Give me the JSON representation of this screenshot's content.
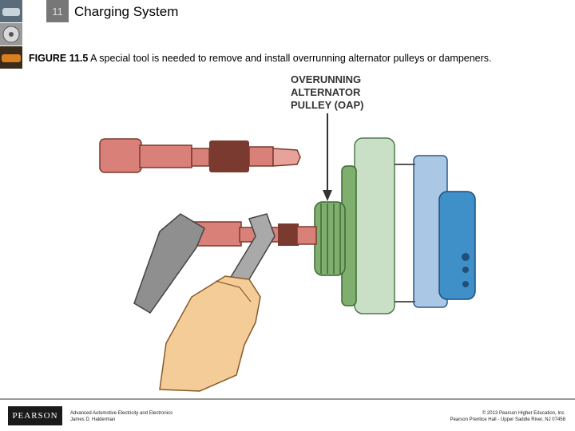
{
  "header": {
    "chapter_number": "11",
    "chapter_title": "Charging System"
  },
  "caption": {
    "figure_label": "FIGURE 11.5",
    "text": "A special tool is needed to remove and install overrunning alternator pulleys or dampeners."
  },
  "figure": {
    "label_lines": [
      "OVERUNNING",
      "ALTERNATOR",
      "PULLEY (OAP)"
    ],
    "colors": {
      "tool": "#d98079",
      "tool_dark": "#7a3a2f",
      "wrench": "#8f8f8f",
      "pulley": "#7fae6f",
      "housing": "#c9dfc6",
      "fan": "#aac8e6",
      "rear": "#3f8fc8",
      "hand": "#f4cc98"
    }
  },
  "footer": {
    "logo": "PEARSON",
    "left_line1": "Advanced Automotive Electricity and Electronics",
    "left_line2": "James D. Halderman",
    "right_line1": "© 2013 Pearson Higher Education, Inc.",
    "right_line2": "Pearson Prentice Hall - Upper Saddle River, NJ 07458"
  }
}
